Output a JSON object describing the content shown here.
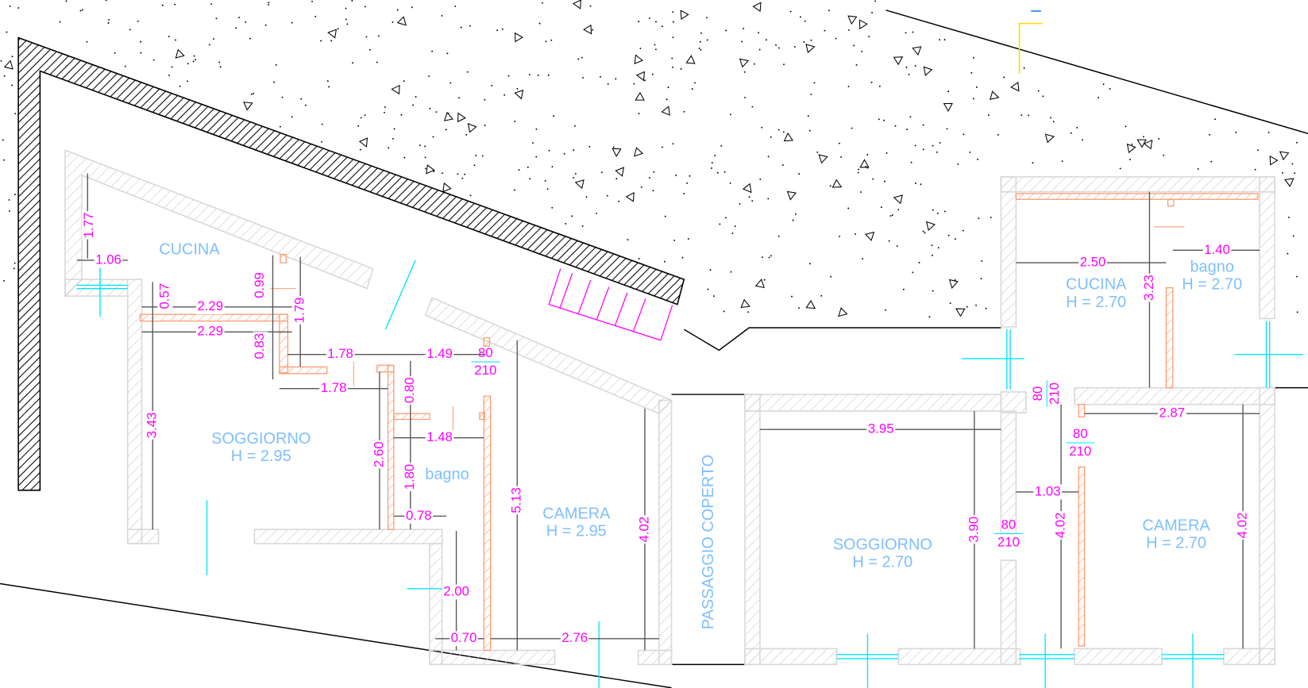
{
  "drawing": {
    "rooms": [
      {
        "name": "CUCINA"
      },
      {
        "name": "SOGGIORNO",
        "height": "H = 2.95"
      },
      {
        "name": "bagno"
      },
      {
        "name": "CAMERA",
        "height": "H = 2.95"
      },
      {
        "name": "PASSAGGIO COPERTO"
      },
      {
        "name": "CUCINA",
        "height": "H = 2.70"
      },
      {
        "name": "bagno",
        "height": "H = 2.70"
      },
      {
        "name": "SOGGIORNO",
        "height": "H = 2.70"
      },
      {
        "name": "CAMERA",
        "height": "H = 2.70"
      }
    ],
    "dimensions": [
      "1.77",
      "1.06",
      "0.57",
      "2.29",
      "2.29",
      "0.99",
      "0.83",
      "1.79",
      "1.78",
      "1.49",
      "1.78",
      "0.80",
      "1.48",
      "3.43",
      "2.60",
      "1.80",
      "0.78",
      "5.13",
      "4.02",
      "2.00",
      "0.70",
      "2.76",
      "2.50",
      "1.40",
      "3.23",
      "2.87",
      "3.95",
      "1.03",
      "3.90",
      "4.02",
      "4.02"
    ],
    "door_tags": [
      {
        "width": "80",
        "height": "210"
      },
      {
        "width": "80",
        "height": "210"
      },
      {
        "width": "80",
        "height": "210"
      },
      {
        "width": "80",
        "height": "210"
      }
    ],
    "colors": {
      "dimension": "#ff00ff",
      "room_label": "#7fbfff",
      "partition": "#ff9a70",
      "window": "#00e5ff",
      "wall_hatch": "#d8d8d8"
    }
  }
}
